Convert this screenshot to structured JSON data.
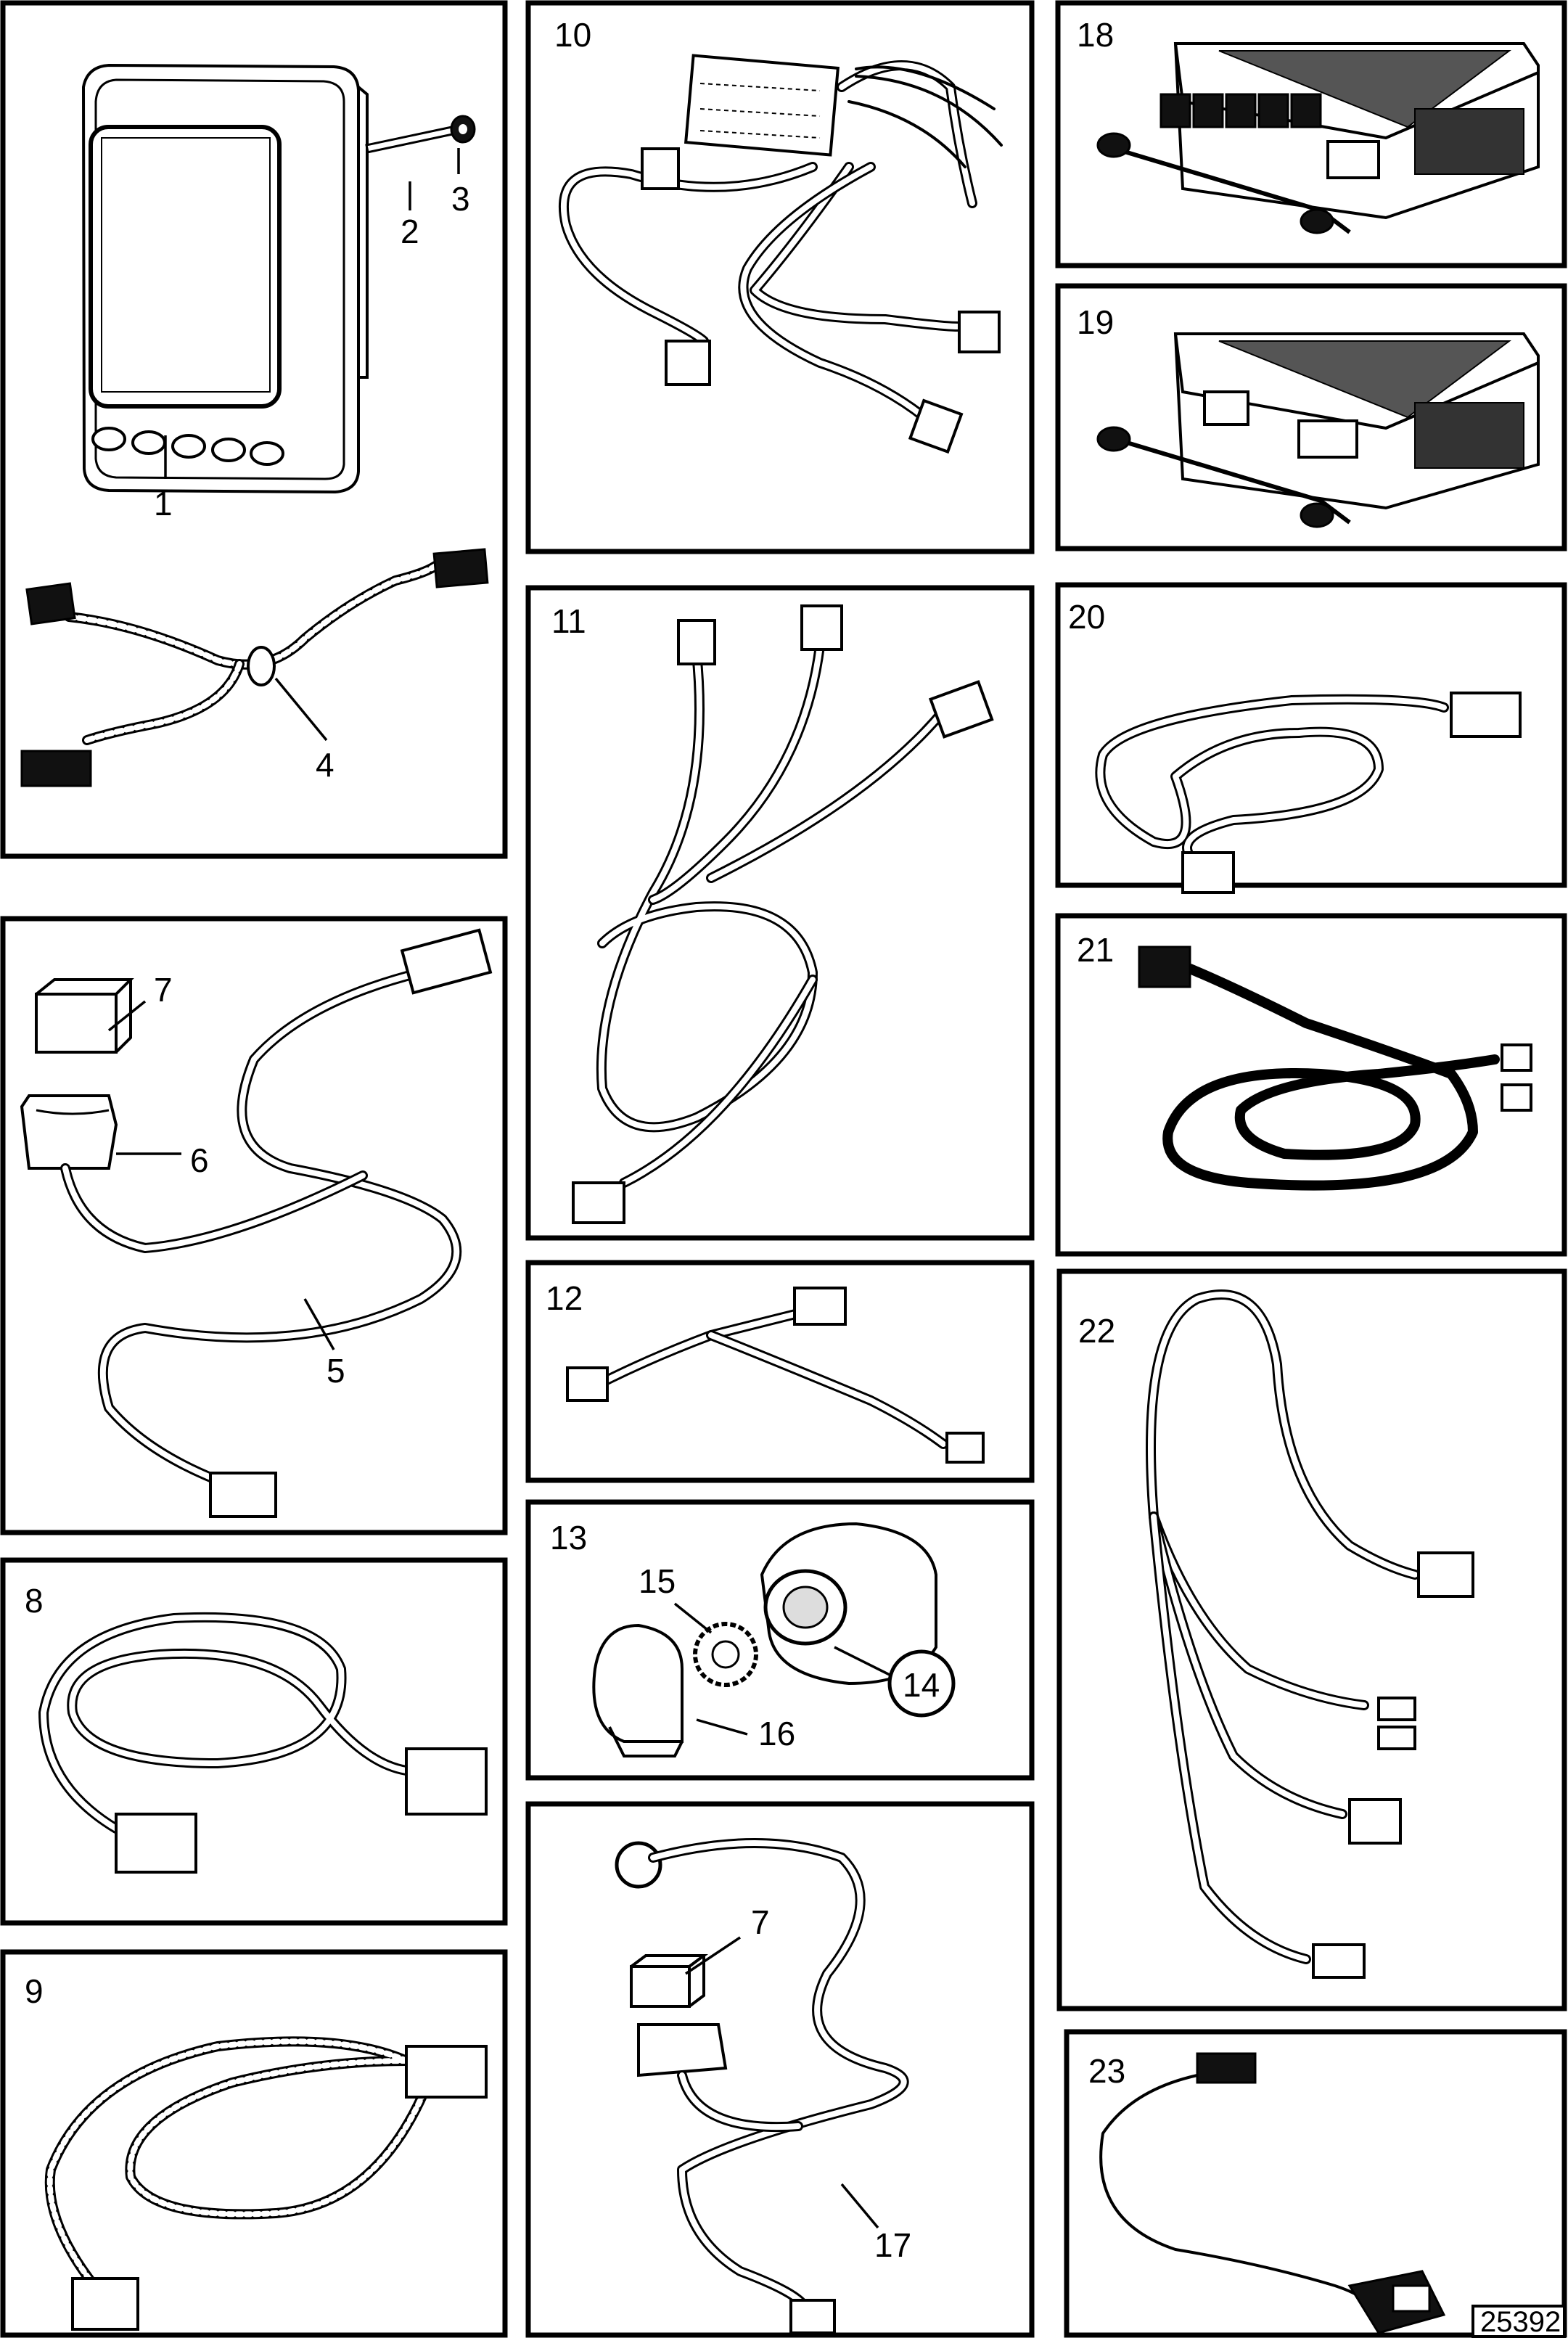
{
  "figure_number": "25392",
  "panels": [
    {
      "id": "p1",
      "labels": [
        "1",
        "2",
        "3",
        "4"
      ]
    },
    {
      "id": "p10",
      "labels": [
        "10"
      ]
    },
    {
      "id": "p18",
      "labels": [
        "18"
      ]
    },
    {
      "id": "p19",
      "labels": [
        "19"
      ]
    },
    {
      "id": "p11",
      "labels": [
        "11"
      ]
    },
    {
      "id": "p20",
      "labels": [
        "20"
      ]
    },
    {
      "id": "p5",
      "labels": [
        "7",
        "6",
        "5"
      ]
    },
    {
      "id": "p21",
      "labels": [
        "21"
      ]
    },
    {
      "id": "p12",
      "labels": [
        "12"
      ]
    },
    {
      "id": "p22",
      "labels": [
        "22"
      ]
    },
    {
      "id": "p8",
      "labels": [
        "8"
      ]
    },
    {
      "id": "p13",
      "labels": [
        "13",
        "15",
        "14",
        "16"
      ]
    },
    {
      "id": "p9",
      "labels": [
        "9"
      ]
    },
    {
      "id": "p17",
      "labels": [
        "7",
        "17"
      ]
    },
    {
      "id": "p23",
      "labels": [
        "23"
      ]
    }
  ]
}
